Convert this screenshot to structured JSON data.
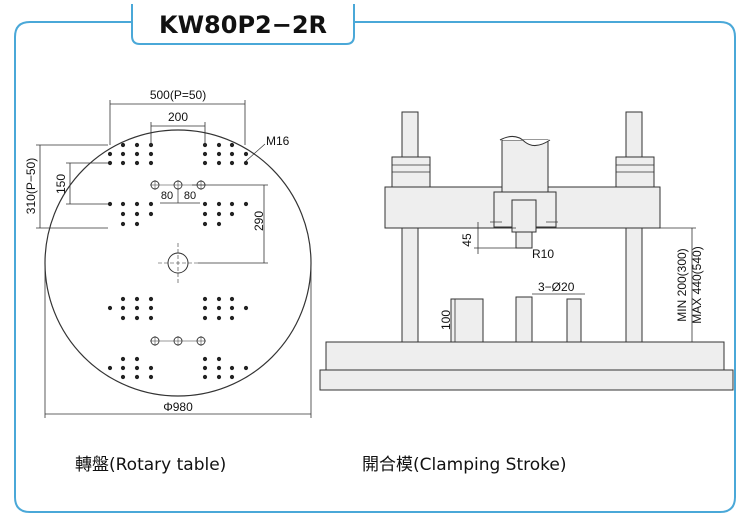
{
  "title": "KW80P2−2R",
  "colors": {
    "frame": "#4aa8d8",
    "line": "#333333",
    "fill": "#eeeeee"
  },
  "rotary": {
    "dim_top": "500(P=50)",
    "dim_200": "200",
    "dim_m16": "M16",
    "dim_left": "310(P−50)",
    "dim_150": "150",
    "dim_80": "80",
    "dim_80b": "80",
    "dim_290": "290",
    "dim_dia": "Φ980",
    "caption": "轉盤(Rotary table)"
  },
  "clamp": {
    "dim_45": "45",
    "dim_r10": "R10",
    "dim_holes": "3−Ø20",
    "dim_100": "100",
    "dim_min": "MIN 200(300)",
    "dim_max": "MAX 440(540)",
    "caption": "開合模(Clamping Stroke)"
  }
}
